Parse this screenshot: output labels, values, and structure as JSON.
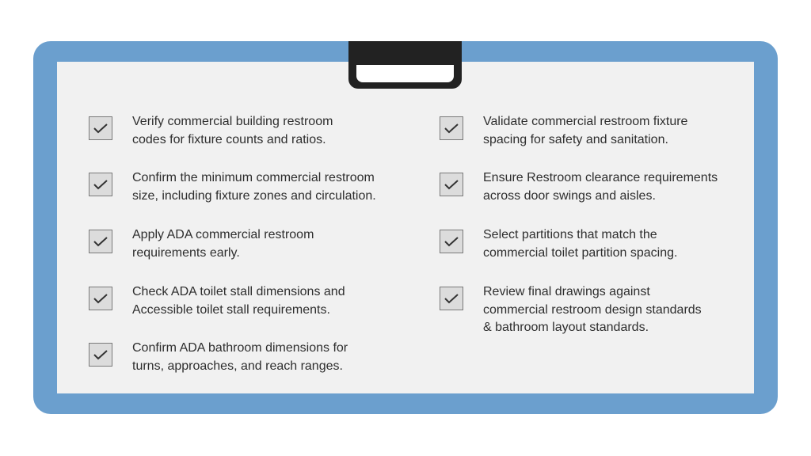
{
  "checklist": {
    "left": [
      {
        "text": "Verify commercial building restroom\ncodes for fixture counts and ratios."
      },
      {
        "text": "Confirm the minimum commercial restroom\nsize, including fixture zones and circulation."
      },
      {
        "text": "Apply ADA commercial restroom\nrequirements early."
      },
      {
        "text": "Check ADA toilet stall dimensions and\nAccessible toilet stall requirements."
      },
      {
        "text": "Confirm ADA bathroom dimensions for\nturns, approaches, and reach ranges."
      }
    ],
    "right": [
      {
        "text": "Validate commercial restroom fixture\nspacing for safety and sanitation."
      },
      {
        "text": "Ensure Restroom clearance requirements\nacross door swings and aisles."
      },
      {
        "text": "Select partitions that match the\ncommercial toilet partition spacing."
      },
      {
        "text": "Review final drawings against\ncommercial restroom design standards\n& bathroom layout standards."
      }
    ],
    "checkbox_icon": "checkmark-icon",
    "colors": {
      "board": "#6b9fce",
      "sheet": "#f1f1f1",
      "clip": "#222222",
      "text": "#2e2e2e"
    }
  }
}
